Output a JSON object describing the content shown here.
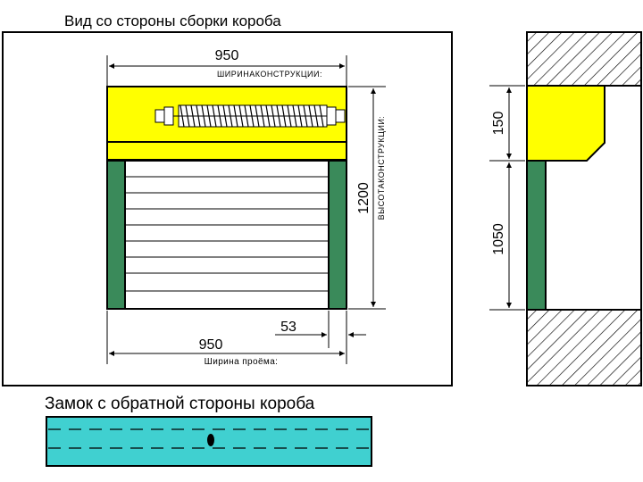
{
  "title": "Вид со стороны сборки короба",
  "dimensions": {
    "top_width": "950",
    "top_width_caption": "ШИРИНАКОНСТРУКЦИИ:",
    "height": "1200",
    "height_caption": "ВЫСОТАКОНСТРУКЦИИ:",
    "guide_width": "53",
    "bottom_width": "950",
    "bottom_width_caption": "Ширина проёма:",
    "box_height": "150",
    "opening_height": "1050"
  },
  "lock_title": "Замок с обратной стороны короба",
  "colors": {
    "box": "#ffff00",
    "guide": "#3a8a5a",
    "lock_panel": "#40d0d0",
    "line": "#000000"
  }
}
